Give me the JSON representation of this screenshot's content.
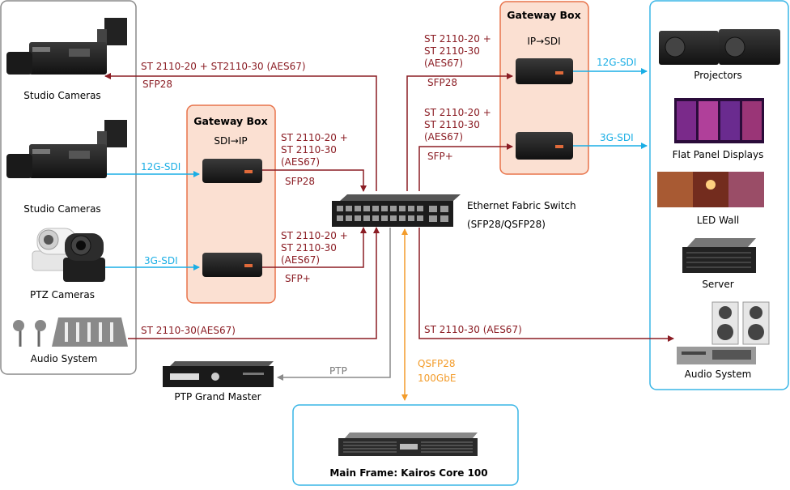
{
  "colors": {
    "ip_line": "#8b1d24",
    "sdi_line": "#1aaee5",
    "mainframe_line": "#f39c2b",
    "ptp_line": "#8a8a8a",
    "gateway_fill": "#fbe0d2",
    "gateway_border": "#e8734a",
    "output_border": "#38b5e6",
    "mainframe_border": "#38b5e6",
    "input_border": "#8a8a8a"
  },
  "inputs": {
    "studio_cameras_1": "Studio Cameras",
    "studio_cameras_2": "Studio Cameras",
    "ptz_cameras": "PTZ Cameras",
    "audio_system": "Audio System"
  },
  "gateway_left": {
    "title": "Gateway Box",
    "subtitle": "SDI→IP"
  },
  "gateway_right": {
    "title": "Gateway Box",
    "subtitle": "IP→SDI"
  },
  "links": {
    "cam1_stream": "ST 2110-20 + ST2110-30 (AES67)",
    "cam1_port": "SFP28",
    "cam2_sdi": "12G-SDI",
    "ptz_sdi": "3G-SDI",
    "gwl_top_l1": "ST 2110-20 +",
    "gwl_top_l2": "ST 2110-30",
    "gwl_top_l3": "(AES67)",
    "gwl_top_port": "SFP28",
    "gwl_bot_l1": "ST 2110-20 +",
    "gwl_bot_l2": "ST 2110-30",
    "gwl_bot_l3": "(AES67)",
    "gwl_bot_port": "SFP+",
    "audio_in": "ST 2110-30(AES67)",
    "gwr_top_l1": "ST 2110-20 +",
    "gwr_top_l2": "ST 2110-30",
    "gwr_top_l3": "(AES67)",
    "gwr_top_port": "SFP28",
    "gwr_bot_l1": "ST 2110-20 +",
    "gwr_bot_l2": "ST 2110-30",
    "gwr_bot_l3": "(AES67)",
    "gwr_bot_port": "SFP+",
    "gwr_top_sdi": "12G-SDI",
    "gwr_bot_sdi": "3G-SDI",
    "audio_out": "ST 2110-30 (AES67)",
    "ptp": "PTP",
    "mainframe_l1": "QSFP28",
    "mainframe_l2": "100GbE"
  },
  "switch": {
    "label_l1": "Ethernet Fabric Switch",
    "label_l2": "(SFP28/QSFP28)"
  },
  "ptp_master": "PTP Grand Master",
  "mainframe": "Main Frame: Kairos Core 100",
  "outputs": {
    "projectors": "Projectors",
    "flat_panels": "Flat Panel Displays",
    "led_wall": "LED Wall",
    "server": "Server",
    "audio_system": "Audio System"
  }
}
